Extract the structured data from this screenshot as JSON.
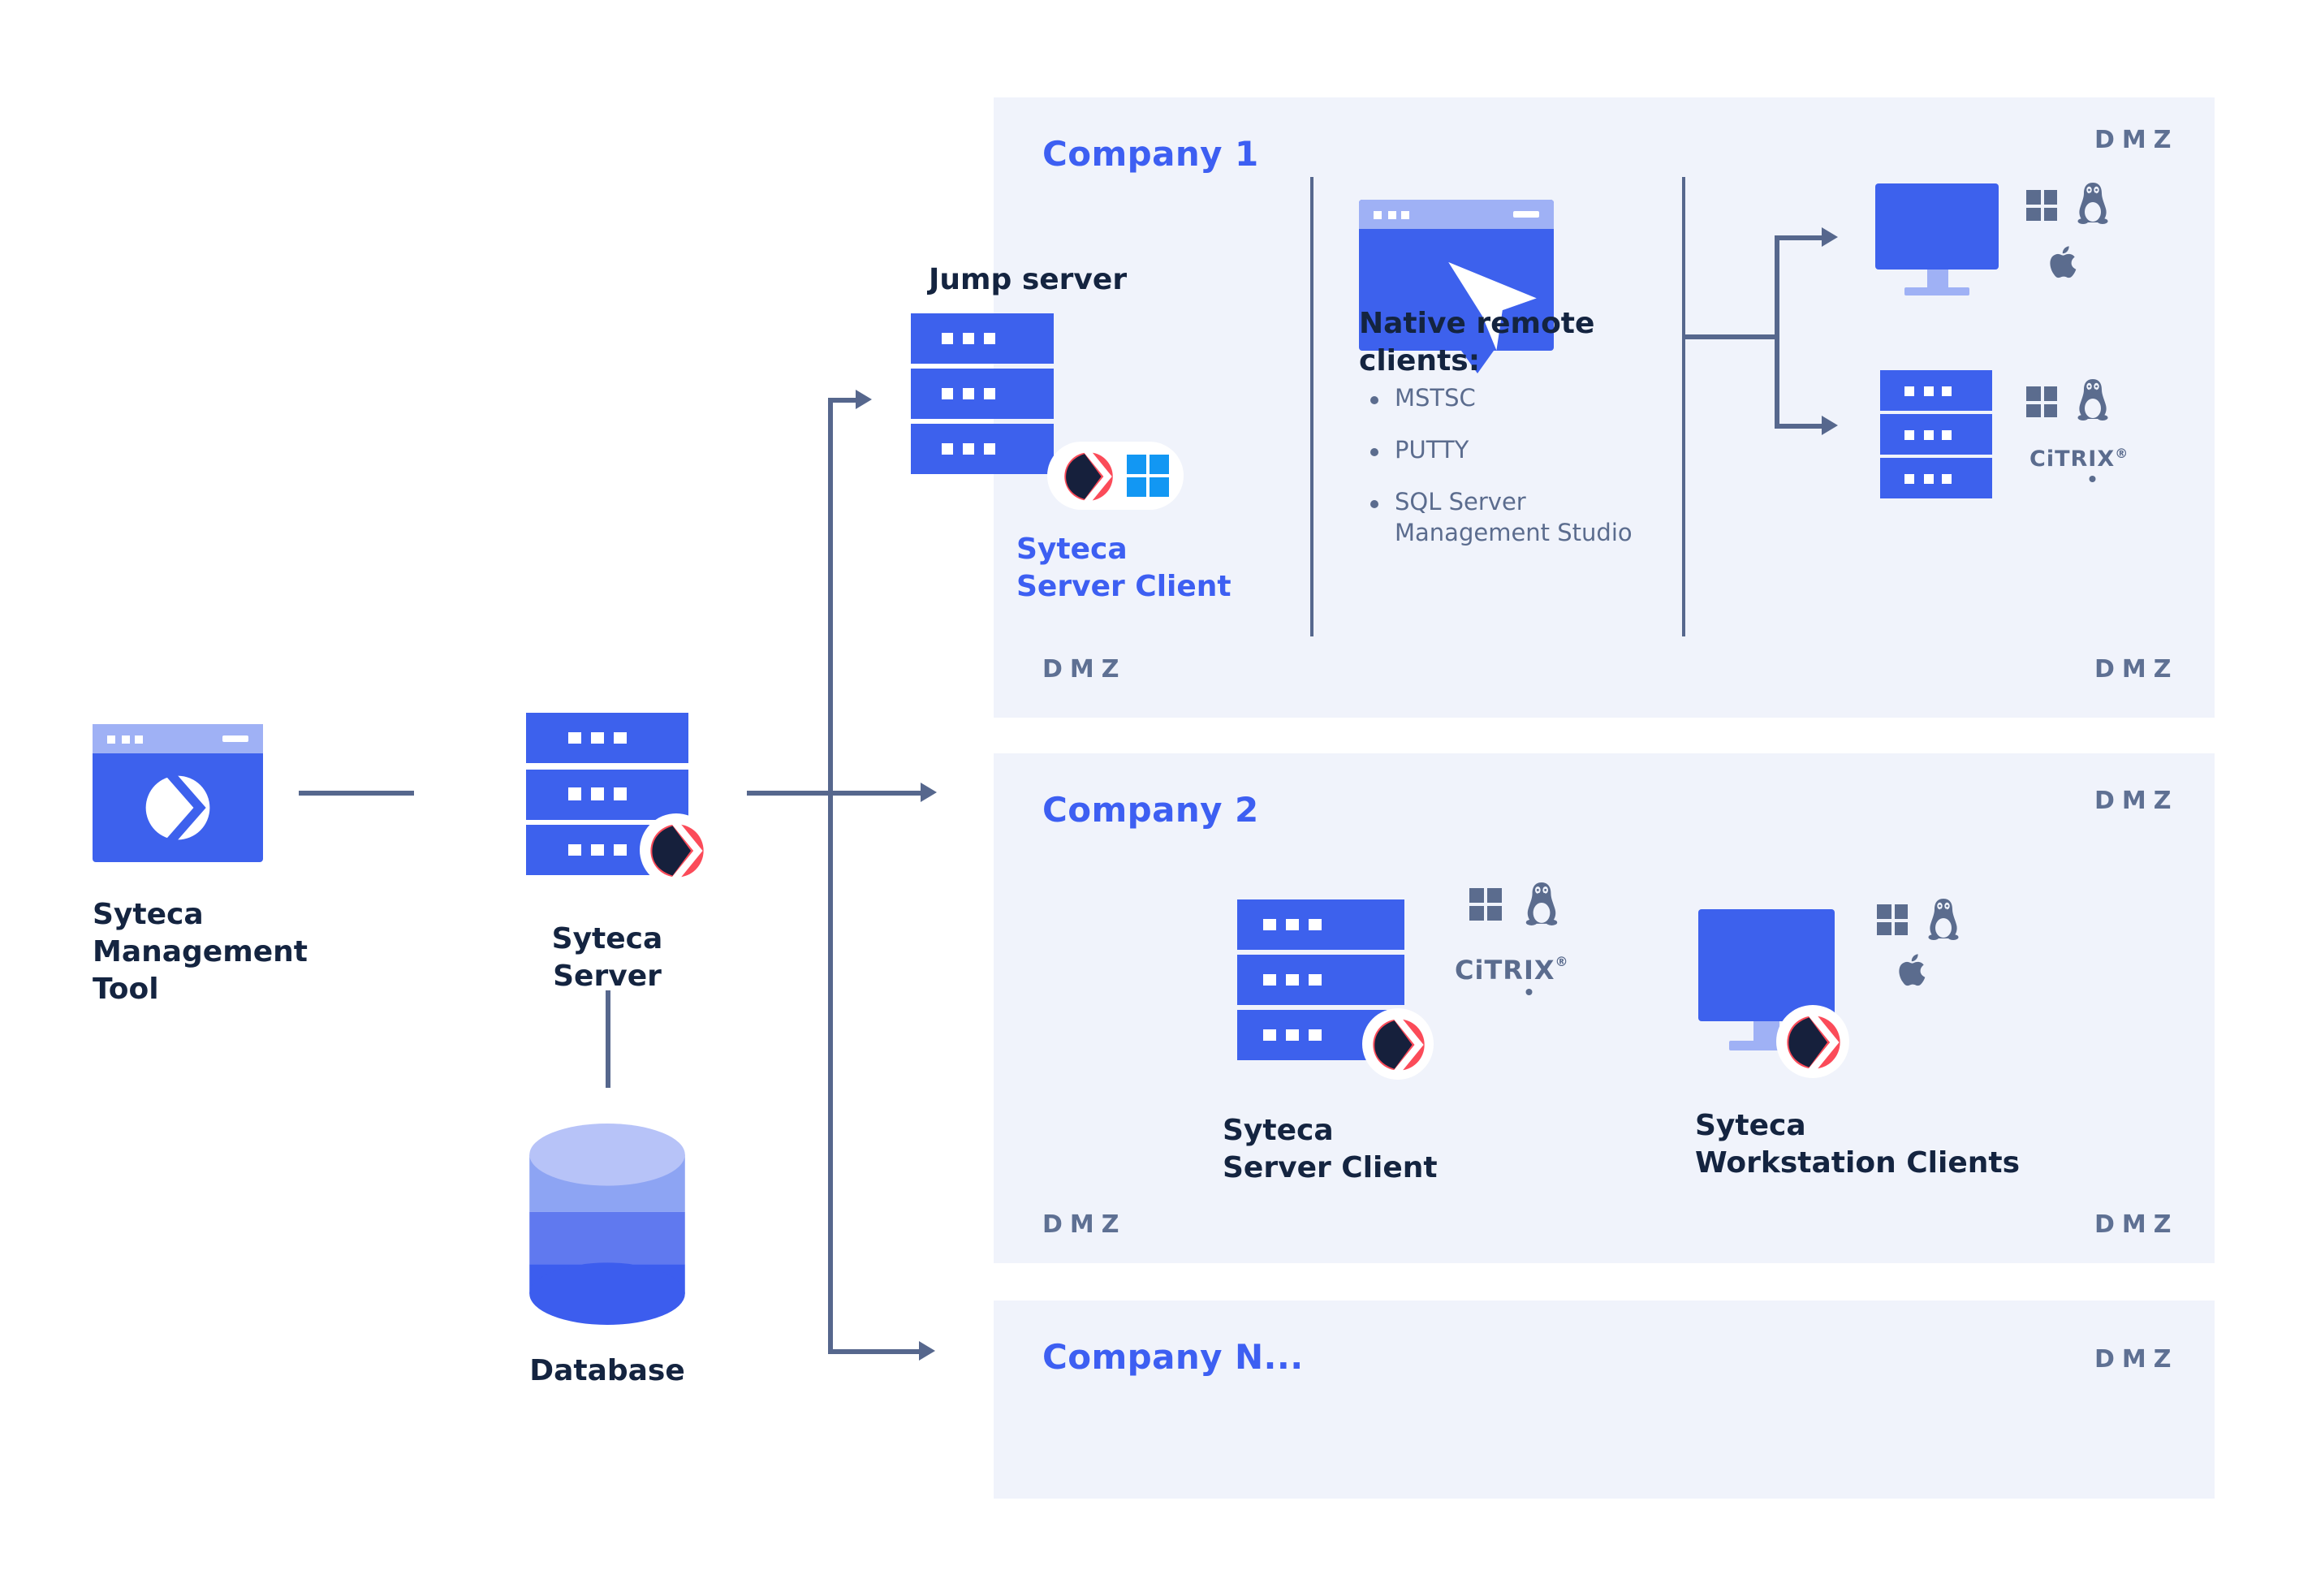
{
  "colors": {
    "primary_blue": "#3d61ed",
    "periwinkle": "#9fb1f5",
    "panel_bg": "#f0f3fb",
    "accent_red": "#fb4b59",
    "logo_navy": "#16203c",
    "text_navy": "#142440",
    "slate": "#5b6c8e",
    "title_blue": "#3d5ff2",
    "dmz_gray": "#5e7093",
    "windows_blue": "#1297f3",
    "db_top": "#b7c3f8",
    "db_mid1": "#8da4f3",
    "db_mid2": "#6079ef",
    "db_bottom": "#3c5dee"
  },
  "left": {
    "management_tool": {
      "lines": [
        "Syteca",
        "Management",
        "Tool"
      ],
      "icon": "syteca-browser-window"
    },
    "server": {
      "label": "Syteca Server",
      "icon": "server-stack"
    },
    "database": {
      "label": "Database",
      "icon": "database-cylinder"
    }
  },
  "company1": {
    "title": "Company 1",
    "dmz_top_right": "DMZ",
    "dmz_bottom_left": "DMZ",
    "dmz_bottom_right": "DMZ",
    "jump_server": {
      "label": "Jump server",
      "client_label": [
        "Syteca",
        "Server Client"
      ],
      "badge_icons": [
        "syteca-logo",
        "windows-logo"
      ]
    },
    "native_clients": {
      "heading": [
        "Native remote",
        "clients:"
      ],
      "items": [
        "MSTSC",
        "PUTTY",
        "SQL Server Management Studio"
      ],
      "icon": "remote-cursor-window"
    },
    "workstations": {
      "platform_icons": [
        "windows-icon",
        "linux-icon",
        "apple-icon"
      ]
    },
    "terminal_servers": {
      "platform_icons": [
        "windows-icon",
        "linux-icon"
      ],
      "citrix": {
        "p1": "CiTR",
        "p2": "I",
        "p3": "X",
        "reg": "®"
      }
    }
  },
  "company2": {
    "title": "Company 2",
    "dmz_top_right": "DMZ",
    "dmz_bottom_left": "DMZ",
    "dmz_bottom_right": "DMZ",
    "server_client": {
      "label": [
        "Syteca",
        "Server Client"
      ],
      "platform_icons": [
        "windows-icon",
        "linux-icon"
      ],
      "citrix": {
        "p1": "CiTR",
        "p2": "I",
        "p3": "X",
        "reg": "®"
      },
      "badge_icon": "syteca-logo"
    },
    "workstation_clients": {
      "label": [
        "Syteca",
        "Workstation Clients"
      ],
      "platform_icons": [
        "windows-icon",
        "linux-icon",
        "apple-icon"
      ],
      "badge_icon": "syteca-logo"
    }
  },
  "companyN": {
    "title": "Company N...",
    "dmz_top_right": "DMZ"
  }
}
